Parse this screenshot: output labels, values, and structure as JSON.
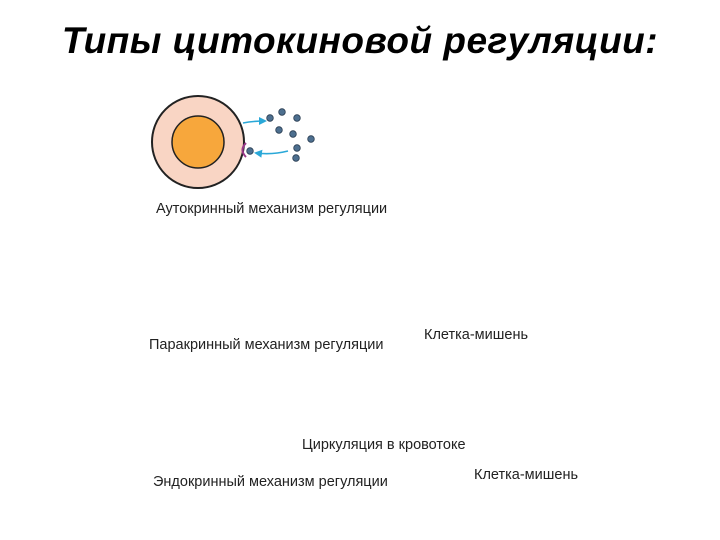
{
  "title": "Типы цитокиновой регуляции:",
  "labels": {
    "autocrine": "Аутокринный механизм регуляции",
    "paracrine": "Паракринный механизм регуляции",
    "paracrine_target": "Клетка-мишень",
    "endocrine": "Эндокринный механизм регуляции",
    "circulation": "Циркуляция в кровотоке",
    "endocrine_target": "Клетка-мишень"
  },
  "colors": {
    "cell_body": "#f9d5c4",
    "cell_outline": "#222222",
    "nucleus": "#f7a73c",
    "molecule": "#4d6f8f",
    "arrow": "#2aa8d8",
    "receptor": "#9a3a8a",
    "vessel_fill": "#f4b6c8",
    "vessel_dots": "#b0509a"
  }
}
